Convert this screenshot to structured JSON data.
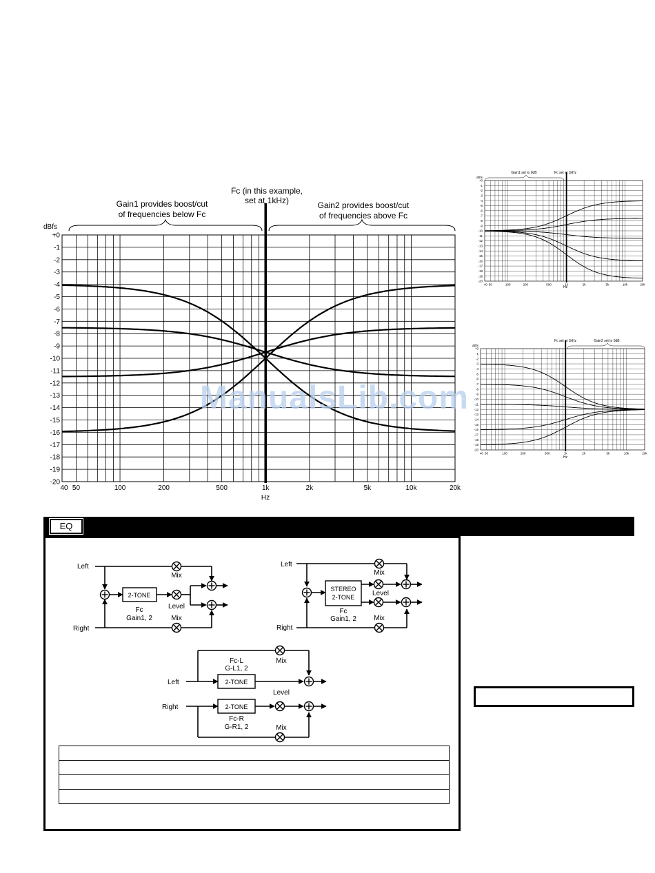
{
  "main_chart": {
    "y_unit_label": "dBfs",
    "x_unit_label": "Hz",
    "annot_left": [
      "Gain1 provides boost/cut",
      "of frequencies below Fc"
    ],
    "annot_center": [
      "Fc (in this example,",
      "set at 1kHz)"
    ],
    "annot_right": [
      "Gain2 provides boost/cut",
      "of frequencies above Fc"
    ]
  },
  "chart_data": [
    {
      "type": "line",
      "xscale": "log",
      "x_tick_labels": [
        "40",
        "50",
        "100",
        "200",
        "500",
        "1k",
        "2k",
        "5k",
        "10k",
        "20k"
      ],
      "x_tick_values": [
        40,
        50,
        100,
        200,
        500,
        1000,
        2000,
        5000,
        10000,
        20000
      ],
      "y_tick_labels": [
        "+0",
        "-1",
        "-2",
        "-3",
        "-4",
        "-5",
        "-6",
        "-7",
        "-8",
        "-9",
        "-10",
        "-11",
        "-12",
        "-13",
        "-14",
        "-15",
        "-16",
        "-17",
        "-18",
        "-19",
        "-20"
      ],
      "y_tick_values": [
        0,
        -1,
        -2,
        -3,
        -4,
        -5,
        -6,
        -7,
        -8,
        -9,
        -10,
        -11,
        -12,
        -13,
        -14,
        -15,
        -16,
        -17,
        -18,
        -19,
        -20
      ],
      "xlim": [
        40,
        20000
      ],
      "ylim": [
        -20,
        0
      ],
      "xlabel": "Hz",
      "ylabel": "dBfs",
      "fc_marker": 1000,
      "grid": true,
      "series": [
        {
          "type": "shelf",
          "low": -4,
          "high": -16
        },
        {
          "type": "shelf",
          "low": -7.5,
          "high": -11.5
        },
        {
          "type": "shelf",
          "low": -11.5,
          "high": -7.5
        },
        {
          "type": "shelf",
          "low": -16,
          "high": -4
        }
      ]
    },
    {
      "type": "line",
      "xscale": "log",
      "x_tick_labels": [
        "40",
        "50",
        "100",
        "200",
        "500",
        "1k",
        "2k",
        "5k",
        "10k",
        "20k"
      ],
      "x_tick_values": [
        40,
        50,
        100,
        200,
        500,
        1000,
        2000,
        5000,
        10000,
        20000
      ],
      "y_tick_labels": [
        "dBfs",
        "+0",
        "-1",
        "-2",
        "-3",
        "-4",
        "-5",
        "-6",
        "-7",
        "-8",
        "-9",
        "-10",
        "-11",
        "-12",
        "-13",
        "-14",
        "-15",
        "-16",
        "-17",
        "-18",
        "-19",
        "-20"
      ],
      "xlim": [
        40,
        20000
      ],
      "ylim": [
        -20,
        0
      ],
      "xlabel": "Hz",
      "annot_left": "Gain1 set to 0dB",
      "annot_right": "Fc set at 1kHz",
      "fc_marker": 1000,
      "series": [
        {
          "type": "shelf",
          "low": -10,
          "high": -4
        },
        {
          "type": "shelf",
          "low": -10,
          "high": -7.5
        },
        {
          "type": "shelf",
          "low": -10,
          "high": -11.5
        },
        {
          "type": "shelf",
          "low": -10,
          "high": -16
        },
        {
          "type": "shelf",
          "low": -10,
          "high": -19.5
        }
      ]
    },
    {
      "type": "line",
      "xscale": "log",
      "x_tick_labels": [
        "40",
        "50",
        "100",
        "200",
        "500",
        "1k",
        "2k",
        "5k",
        "10k",
        "20k"
      ],
      "x_tick_values": [
        40,
        50,
        100,
        200,
        500,
        1000,
        2000,
        5000,
        10000,
        20000
      ],
      "y_tick_labels": [
        "dBfs",
        "+0",
        "-1",
        "-2",
        "-3",
        "-4",
        "-5",
        "-6",
        "-7",
        "-8",
        "-9",
        "-10",
        "-11",
        "-12",
        "-13",
        "-14",
        "-15",
        "-16",
        "-17",
        "-18",
        "-19",
        "-20"
      ],
      "xlim": [
        40,
        20000
      ],
      "ylim": [
        -20,
        0
      ],
      "xlabel": "Hz",
      "annot_left": "Fc set at 1kHz",
      "annot_right": "Gain2 set to 0dB",
      "fc_marker": 1000,
      "series": [
        {
          "type": "shelf",
          "low": -3,
          "high": -12
        },
        {
          "type": "shelf",
          "low": -7,
          "high": -12
        },
        {
          "type": "shelf",
          "low": -11,
          "high": -12
        },
        {
          "type": "shelf",
          "low": -16,
          "high": -12
        },
        {
          "type": "shelf",
          "low": -19,
          "high": -12
        }
      ]
    }
  ],
  "watermark": "ManualsLib.com",
  "eq_section": {
    "tab_label": "EQ"
  },
  "diagram_a": {
    "left": "Left",
    "right": "Right",
    "mix_top": "Mix",
    "mix_bottom": "Mix",
    "level": "Level",
    "block": "2-TONE",
    "params": [
      "Fc",
      "Gain1, 2"
    ]
  },
  "diagram_b": {
    "left": "Left",
    "right": "Right",
    "mix_top": "Mix",
    "mix_bottom": "Mix",
    "level": "Level",
    "block": [
      "STEREO",
      "2-TONE"
    ],
    "params": [
      "Fc",
      "Gain1, 2"
    ]
  },
  "diagram_c": {
    "left": "Left",
    "right": "Right",
    "mix_top": "Mix",
    "mix_bottom": "Mix",
    "level": "Level",
    "block_top": "2-TONE",
    "block_bottom": "2-TONE",
    "params_top": [
      "Fc-L",
      "G-L1, 2"
    ],
    "params_bottom": [
      "Fc-R",
      "G-R1, 2"
    ]
  }
}
